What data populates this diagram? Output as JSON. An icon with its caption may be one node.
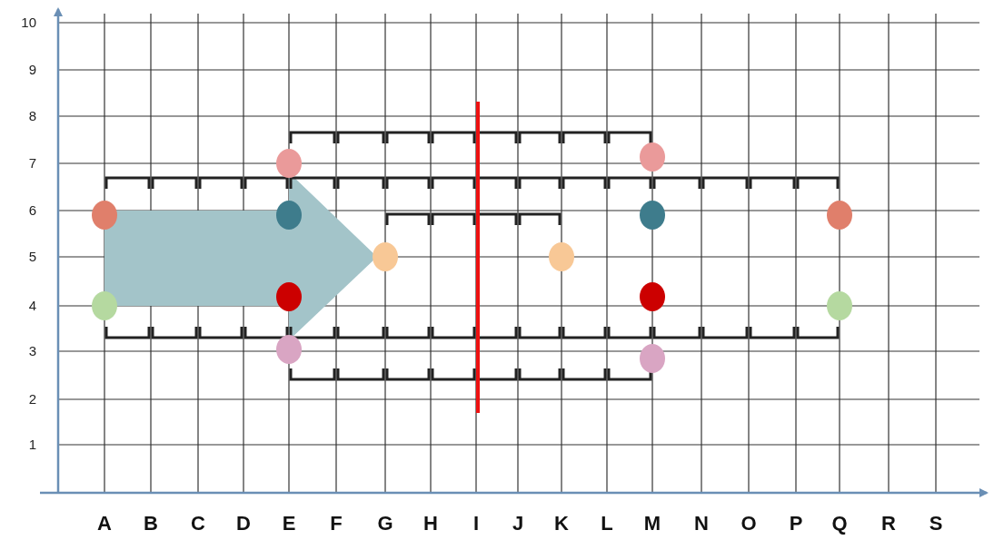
{
  "diagram": {
    "labels": [
      "10",
      "9",
      "8",
      "7",
      "6",
      "5",
      "4",
      "3",
      "2",
      "1",
      "A",
      "B",
      "C",
      "D",
      "E",
      "F",
      "G",
      "H",
      "I",
      "J",
      "K",
      "L",
      "M",
      "N",
      "O",
      "P",
      "Q",
      "R",
      "S"
    ]
  }
}
